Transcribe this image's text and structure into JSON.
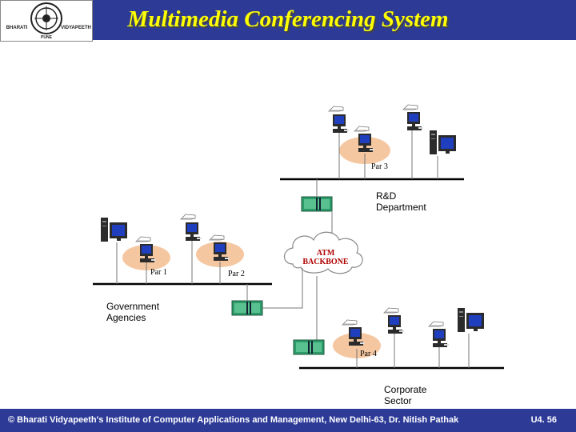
{
  "header": {
    "title": "Multimedia Conferencing System",
    "logo_text_left": "BHARATI",
    "logo_text_right": "VIDYAPEETH",
    "logo_text_bottom": "PUNE"
  },
  "diagram": {
    "participants": {
      "par1": "Par 1",
      "par2": "Par 2",
      "par3": "Par 3",
      "par4": "Par 4"
    },
    "backbone": [
      "ATM",
      "BACKBONE"
    ],
    "sites": {
      "rnd": [
        "R&D",
        "Department"
      ],
      "gov": [
        "Government",
        "Agencies"
      ],
      "corp": [
        "Corporate",
        "Sector"
      ]
    }
  },
  "footer": {
    "credit": "© Bharati Vidyapeeth's Institute of Computer Applications and Management, New Delhi-63, Dr. Nitish Pathak",
    "page": "U4. 56"
  },
  "colors": {
    "band": "#2d3b97",
    "title": "#ffff00",
    "blob": "#f4c7a1",
    "switch": "#2e9b6a",
    "screen": "#1f3fbf"
  }
}
